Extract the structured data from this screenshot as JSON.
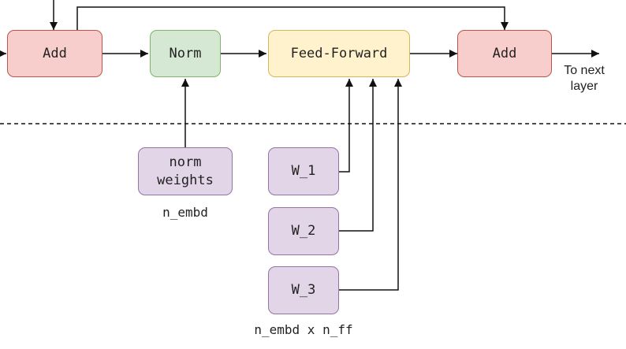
{
  "colors": {
    "add_fill": "#f8cecc",
    "add_border": "#b85450",
    "norm_fill": "#d5e8d4",
    "norm_border": "#82b366",
    "ff_fill": "#fff2cc",
    "ff_border": "#d6b656",
    "weight_fill": "#e1d5e7",
    "weight_border": "#9673a6",
    "line": "#111111"
  },
  "nodes": {
    "add1": "Add",
    "norm": "Norm",
    "feed_forward": "Feed-Forward",
    "add2": "Add",
    "norm_weights": "norm\nweights",
    "w1": "W_1",
    "w2": "W_2",
    "w3": "W_3"
  },
  "labels": {
    "to_next_layer": "To next\nlayer",
    "norm_shape": "n_embd",
    "ffn_shape": "n_embd x n_ff"
  }
}
